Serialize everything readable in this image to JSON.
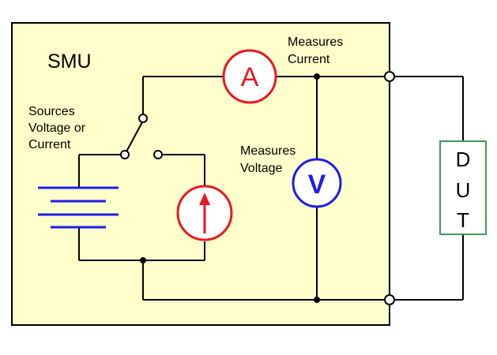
{
  "smu": {
    "title": "SMU",
    "fill_color": "#FFFFCC",
    "border_color": "#000000"
  },
  "sources_label": [
    "Sources",
    "Voltage or",
    "Current"
  ],
  "measures_current_label": [
    "Measures",
    "Current"
  ],
  "measures_voltage_label": [
    "Measures",
    "Voltage"
  ],
  "ammeter": {
    "symbol": "A",
    "color": "#E8191E"
  },
  "voltmeter": {
    "symbol": "V",
    "color": "#1E1EE6"
  },
  "current_source": {
    "icon": "up-arrow",
    "color": "#E8191E"
  },
  "battery": {
    "color": "#1E1EE6"
  },
  "dut": {
    "letters": [
      "D",
      "U",
      "T"
    ],
    "border_color": "#3C9A5A"
  }
}
